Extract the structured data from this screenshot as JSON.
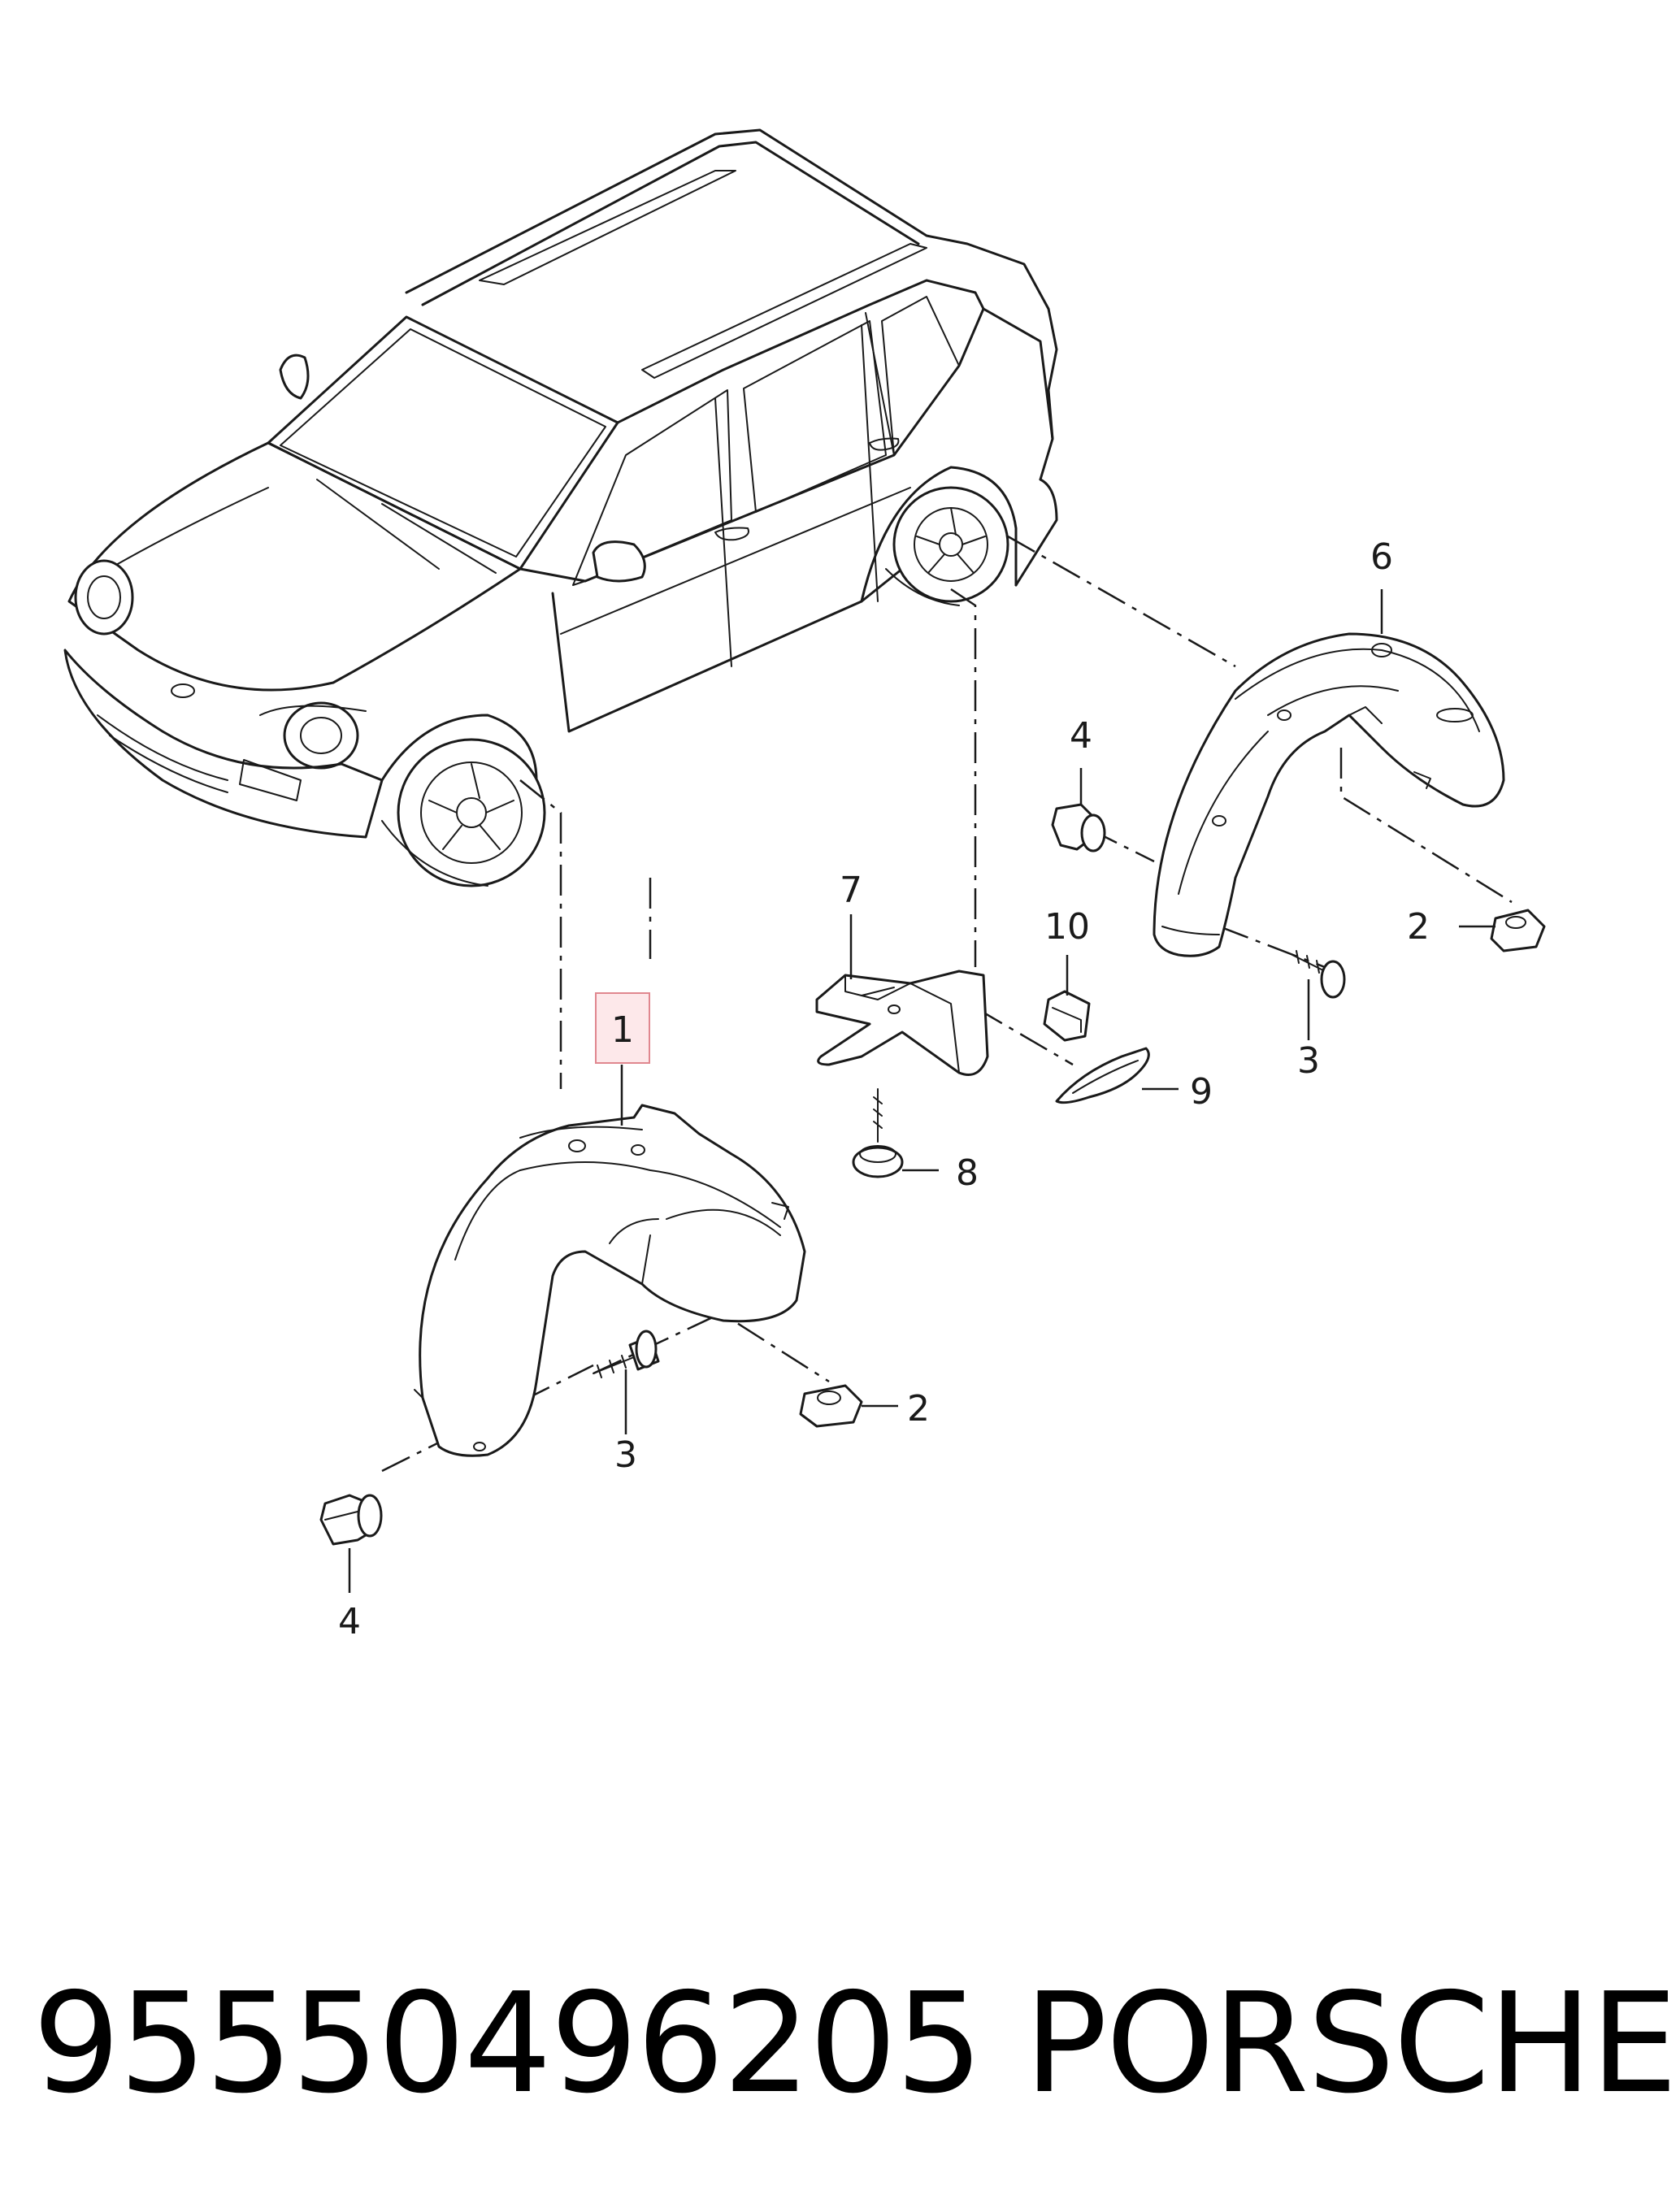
{
  "callouts": {
    "c1": "1",
    "c2a": "2",
    "c2b": "2",
    "c3a": "3",
    "c3b": "3",
    "c4a": "4",
    "c4b": "4",
    "c6": "6",
    "c7": "7",
    "c8": "8",
    "c9": "9",
    "c10": "10"
  },
  "highlight": {
    "part": "1",
    "fill_color": "#fde8ea",
    "border_color": "#e0878f"
  },
  "footer": {
    "part_number": "95550496205",
    "brand": "PORSCHE"
  }
}
